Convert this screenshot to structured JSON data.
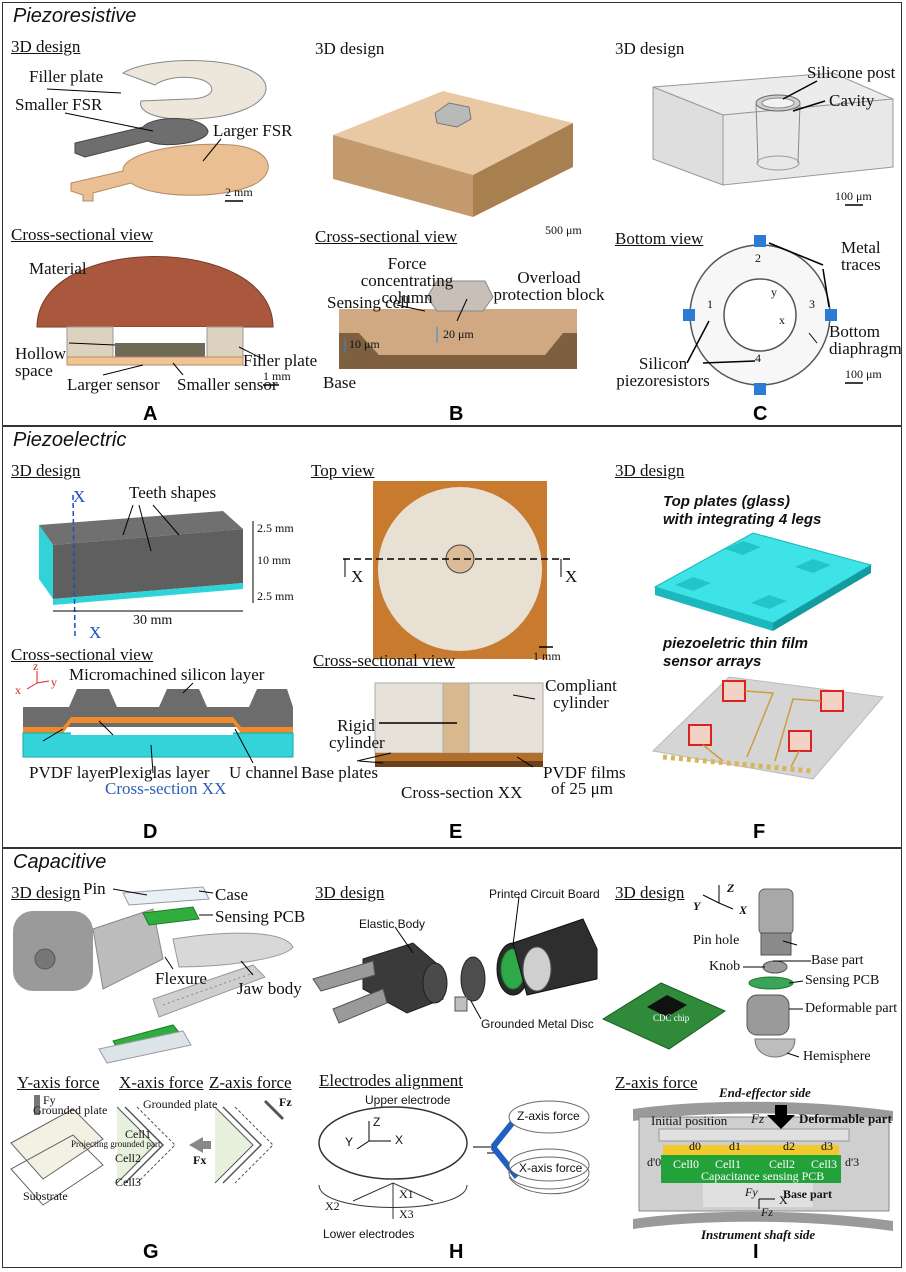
{
  "sections": [
    {
      "title": "Piezoresistive",
      "panels": {
        "A": {
          "letter": "A",
          "design_title": "3D design",
          "labels": [
            "Filler plate",
            "Smaller FSR",
            "Larger FSR",
            "2 mm"
          ],
          "cross_title": "Cross-sectional view",
          "cross_labels": [
            "Material",
            "Hollow space",
            "Filler plate",
            "1 mm",
            "Larger sensor",
            "Smaller sensor"
          ]
        },
        "B": {
          "letter": "B",
          "design_title": "3D design",
          "cross_title": "Cross-sectional view",
          "labels": [
            "500 μm",
            "Force concentrating column",
            "Overload protection block",
            "Sensing cell",
            "10 μm",
            "20 μm",
            "Base"
          ]
        },
        "C": {
          "letter": "C",
          "design_title": "3D design",
          "labels": [
            "Silicone post",
            "Cavity",
            "100 μm"
          ],
          "bottom_title": "Bottom view",
          "bottom_labels": [
            "Metal traces",
            "Bottom diaphragm",
            "Silicon piezoresistors",
            "100 μm",
            "1",
            "2",
            "3",
            "4",
            "x",
            "y"
          ]
        }
      }
    },
    {
      "title": "Piezoelectric",
      "panels": {
        "D": {
          "letter": "D",
          "design_title": "3D design",
          "labels": [
            "Teeth shapes",
            "X",
            "X",
            "2.5 mm",
            "10 mm",
            "2.5 mm",
            "30 mm"
          ],
          "cross_title": "Cross-sectional view",
          "cross_labels": [
            "Micromachined silicon layer",
            "PVDF layer",
            "Plexiglas layer",
            "U channel",
            "Cross-section XX",
            "z",
            "x",
            "y"
          ]
        },
        "E": {
          "letter": "E",
          "top_title": "Top view",
          "labels": [
            "X",
            "X",
            "1 mm"
          ],
          "cross_title": "Cross-sectional view",
          "cross_labels": [
            "Compliant cylinder",
            "Rigid cylinder",
            "Base plates",
            "PVDF films",
            "of 25 μm",
            "Cross-section  XX"
          ]
        },
        "F": {
          "letter": "F",
          "design_title": "3D design",
          "labels": [
            "Top plates (glass)",
            "with integrating 4 legs",
            "piezoeletric thin film",
            "sensor arrays"
          ]
        }
      }
    },
    {
      "title": "Capacitive",
      "panels": {
        "G": {
          "letter": "G",
          "design_title": "3D design",
          "labels": [
            "Pin",
            "Case",
            "Sensing PCB",
            "Flexure",
            "Jaw body"
          ],
          "sub_titles": [
            "Y-axis force",
            "X-axis force",
            "Z-axis force"
          ],
          "sub_labels": [
            "Grounded plate",
            "Grounded plate",
            "Projecting grounded part",
            "Substrate",
            "Cell1",
            "Cell2",
            "Cell3",
            "Fy",
            "Fx",
            "Fz"
          ]
        },
        "H": {
          "letter": "H",
          "design_title": "3D design",
          "labels": [
            "Printed Circuit Board",
            "Elastic Body",
            "Grounded Metal Disc"
          ],
          "align_title": "Electrodes alignment",
          "align_labels": [
            "Upper electrode",
            "Z",
            "Y",
            "X",
            "Lower electrodes",
            "Z-axis force",
            "X-axis force",
            "X1",
            "X2",
            "X3"
          ]
        },
        "I": {
          "letter": "I",
          "design_title": "3D design",
          "labels": [
            "Pin hole",
            "Base part",
            "Knob",
            "Sensing PCB",
            "Deformable part",
            "Hemisphere",
            "CDC chip",
            "Z",
            "Y",
            "X"
          ],
          "zforce_title": "Z-axis force",
          "zforce_labels": [
            "End-effector side",
            "Initial position",
            "Fz",
            "Deformable part",
            "d0",
            "d1",
            "d2",
            "d3",
            "d'0",
            "d'3",
            "Cell0",
            "Cell1",
            "Cell2",
            "Cell3",
            "Capacitance sensing PCB",
            "Base part",
            "Fy",
            "X",
            "Fz",
            "Instrument shaft side"
          ]
        }
      }
    }
  ],
  "colors": {
    "copper": "#b36a4c",
    "tan": "#d4ab84",
    "brown": "#7a5a3c",
    "cyan": "#34d3da",
    "orange": "#e98a25",
    "gray": "#6b6b6b",
    "green": "#23a23a",
    "blue": "#1f5fbf"
  }
}
